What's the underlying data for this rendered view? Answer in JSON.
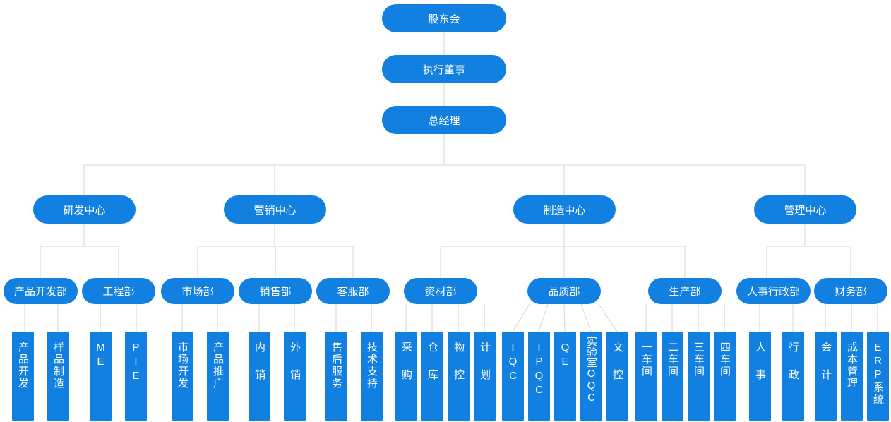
{
  "root": {
    "label": "股东会"
  },
  "level2": {
    "label": "执行董事"
  },
  "level3": {
    "label": "总经理"
  },
  "centers": [
    {
      "label": "研发中心",
      "departments": [
        {
          "label": "产品开发部",
          "units": [
            "产品开发",
            "样品制造"
          ]
        },
        {
          "label": "工程部",
          "units": [
            "ME",
            "PIE"
          ]
        }
      ]
    },
    {
      "label": "营销中心",
      "departments": [
        {
          "label": "市场部",
          "units": [
            "市场开发",
            "产品推广"
          ]
        },
        {
          "label": "销售部",
          "units": [
            "内销",
            "外销"
          ]
        },
        {
          "label": "客服部",
          "units": [
            "售后服务",
            "技术支持"
          ]
        }
      ]
    },
    {
      "label": "制造中心",
      "departments": [
        {
          "label": "资材部",
          "units": [
            "采购",
            "仓库",
            "物控",
            "计划"
          ]
        },
        {
          "label": "品质部",
          "units": [
            "IQC",
            "IPQC",
            "QE",
            "实验室OQC",
            "文控"
          ]
        },
        {
          "label": "生产部",
          "units": [
            "一车间",
            "二车间",
            "三车间",
            "四车间"
          ]
        }
      ]
    },
    {
      "label": "管理中心",
      "departments": [
        {
          "label": "人事行政部",
          "units": [
            "人事",
            "行政"
          ]
        },
        {
          "label": "财务部",
          "units": [
            "会计",
            "成本管理",
            "ERP系统"
          ]
        }
      ]
    }
  ],
  "colors": {
    "node": "#1180e0",
    "connector": "#d4d4d4"
  }
}
